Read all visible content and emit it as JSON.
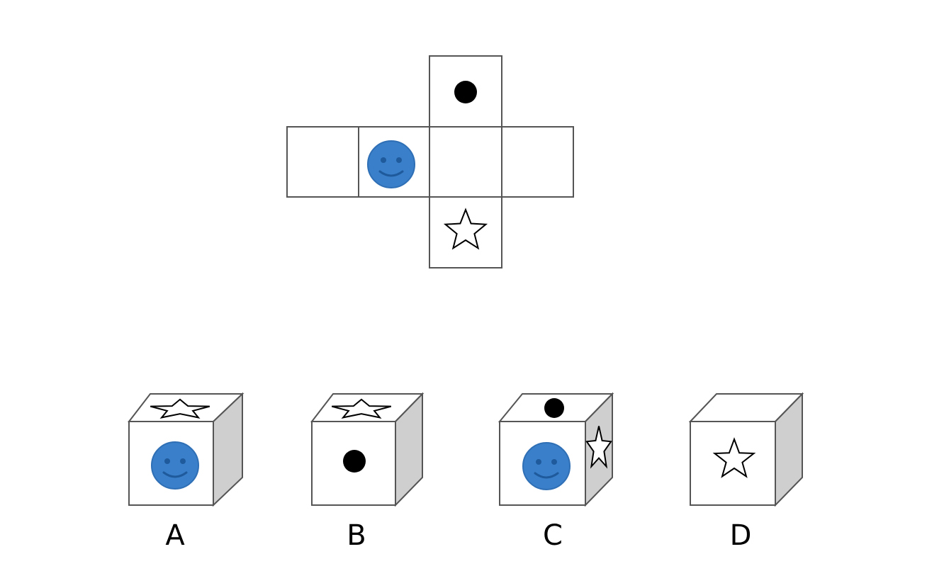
{
  "colors": {
    "outline": "#555555",
    "side_face": "#cfcfcf",
    "top_face": "#ffffff",
    "smiley": "#3a7fc9",
    "smiley_features": "#1e5a9c",
    "dot": "#000000"
  },
  "net": {
    "faces": [
      {
        "id": "top",
        "symbol": "dot"
      },
      {
        "id": "left-outer",
        "symbol": "blank"
      },
      {
        "id": "left-inner",
        "symbol": "smiley"
      },
      {
        "id": "center",
        "symbol": "blank"
      },
      {
        "id": "right",
        "symbol": "blank"
      },
      {
        "id": "bottom",
        "symbol": "star"
      }
    ]
  },
  "options": [
    {
      "label": "A",
      "front": "smiley",
      "top": "star",
      "side": "blank"
    },
    {
      "label": "B",
      "front": "dot",
      "top": "star",
      "side": "blank"
    },
    {
      "label": "C",
      "front": "smiley",
      "top": "dot",
      "side": "star"
    },
    {
      "label": "D",
      "front": "star",
      "top": "blank",
      "side": "blank"
    }
  ]
}
